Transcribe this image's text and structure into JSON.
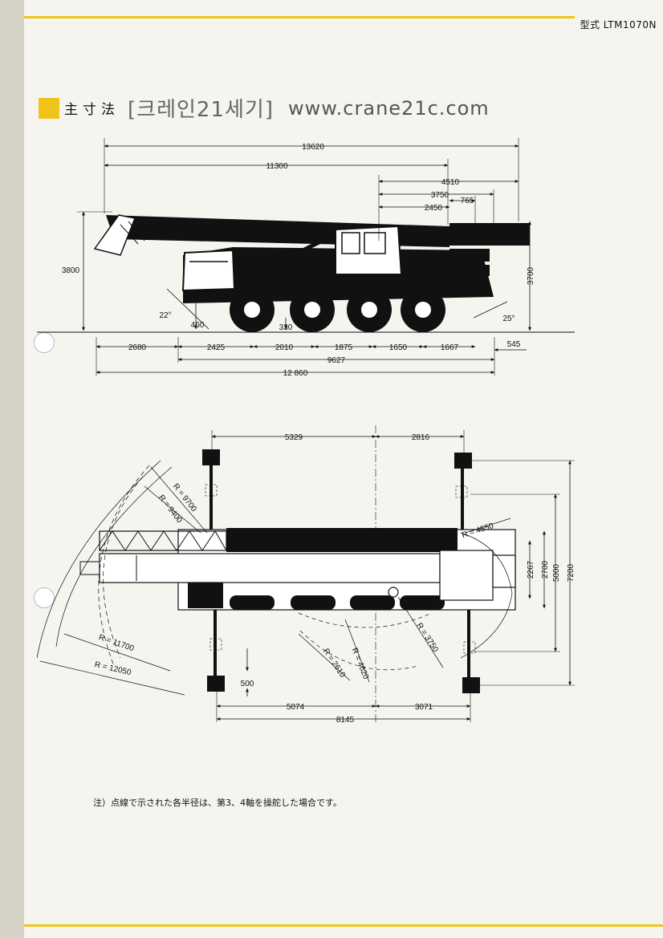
{
  "header": {
    "model": "型式 LTM1070N"
  },
  "heading": {
    "title": "主寸法",
    "watermark": "[크레인21세기]",
    "url": "www.crane21c.com"
  },
  "side_view": {
    "top_dims": [
      "13620",
      "11300",
      "4510",
      "3750",
      "765",
      "2450"
    ],
    "heights": [
      "3800",
      "3700"
    ],
    "angles": [
      "22°",
      "25°"
    ],
    "clearances": [
      "460",
      "330"
    ],
    "bottom_dims": [
      "2680",
      "2425",
      "2010",
      "1875",
      "1650",
      "1667",
      "545"
    ],
    "totals": [
      "9627",
      "12 860"
    ]
  },
  "top_view": {
    "top_dims": [
      "5329",
      "2816"
    ],
    "radii": [
      "R = 9700",
      "R = 9400",
      "R = 4550",
      "R = 11700",
      "R = 12050",
      "R = 2610",
      "R = 4620",
      "R = 3750"
    ],
    "widths": [
      "2267",
      "2700",
      "5000",
      "7200"
    ],
    "outrigger": "500",
    "bottom_dims": [
      "5074",
      "3071",
      "8145"
    ]
  },
  "note": "注）点線で示された各半径は、第3、4軸を操舵した場合です。"
}
